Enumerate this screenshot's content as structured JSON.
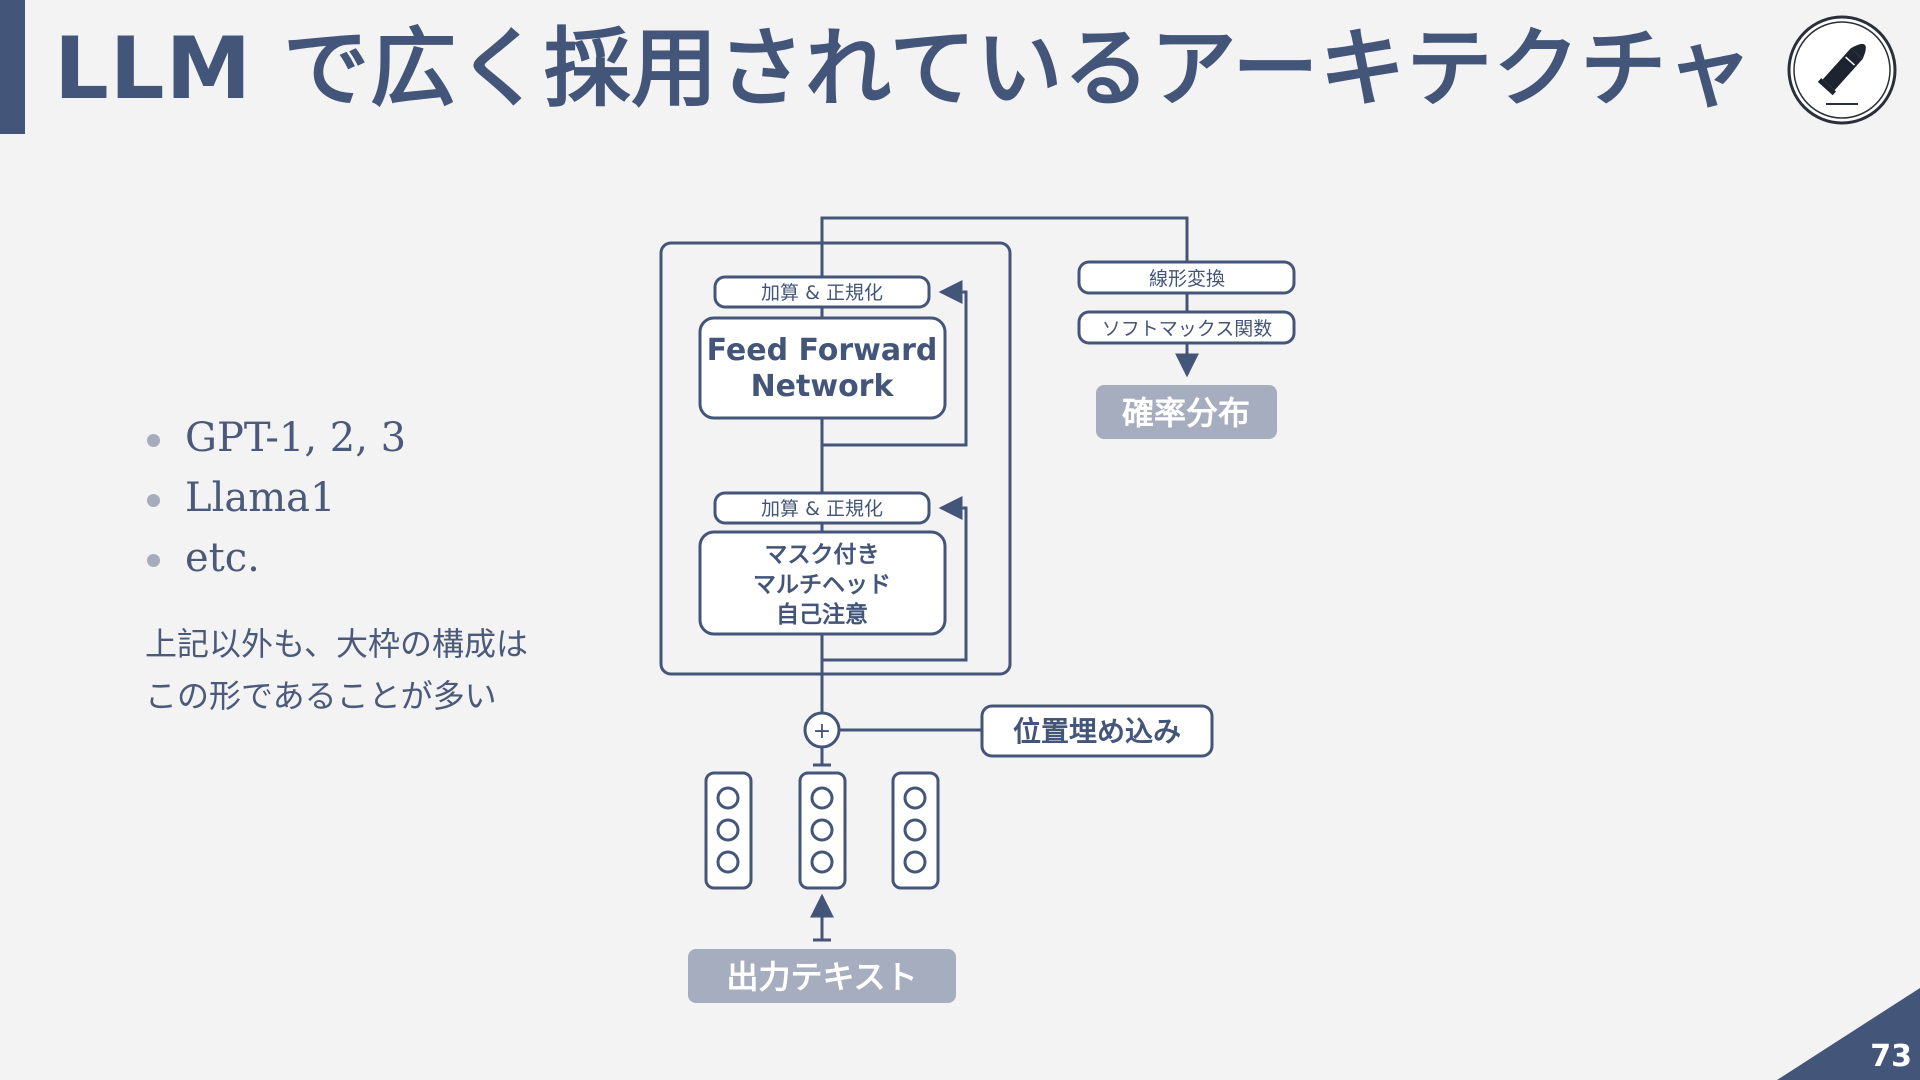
{
  "slide": {
    "title": "LLM で広く採用されているアーキテクチャ",
    "page_number": "73"
  },
  "bullets": [
    "GPT-1, 2, 3",
    "Llama1",
    "etc."
  ],
  "note": {
    "line1": "上記以外も、大枠の構成は",
    "line2": "この形であることが多い"
  },
  "diagram": {
    "add_norm_top": "加算 & 正規化",
    "ffn_line1": "Feed Forward",
    "ffn_line2": "Network",
    "add_norm_bottom": "加算 & 正規化",
    "attn_line1": "マスク付き",
    "attn_line2": "マルチヘッド",
    "attn_line3": "自己注意",
    "linear": "線形変換",
    "softmax": "ソフトマックス関数",
    "prob": "確率分布",
    "pos_emb": "位置埋め込み",
    "plus": "+",
    "output_text": "出力テキスト"
  },
  "colors": {
    "primary": "#44557a",
    "muted_label_bg": "#a6adbf",
    "background": "#f3f3f3"
  },
  "icons": {
    "logo": "bullet-cartridge-icon"
  }
}
